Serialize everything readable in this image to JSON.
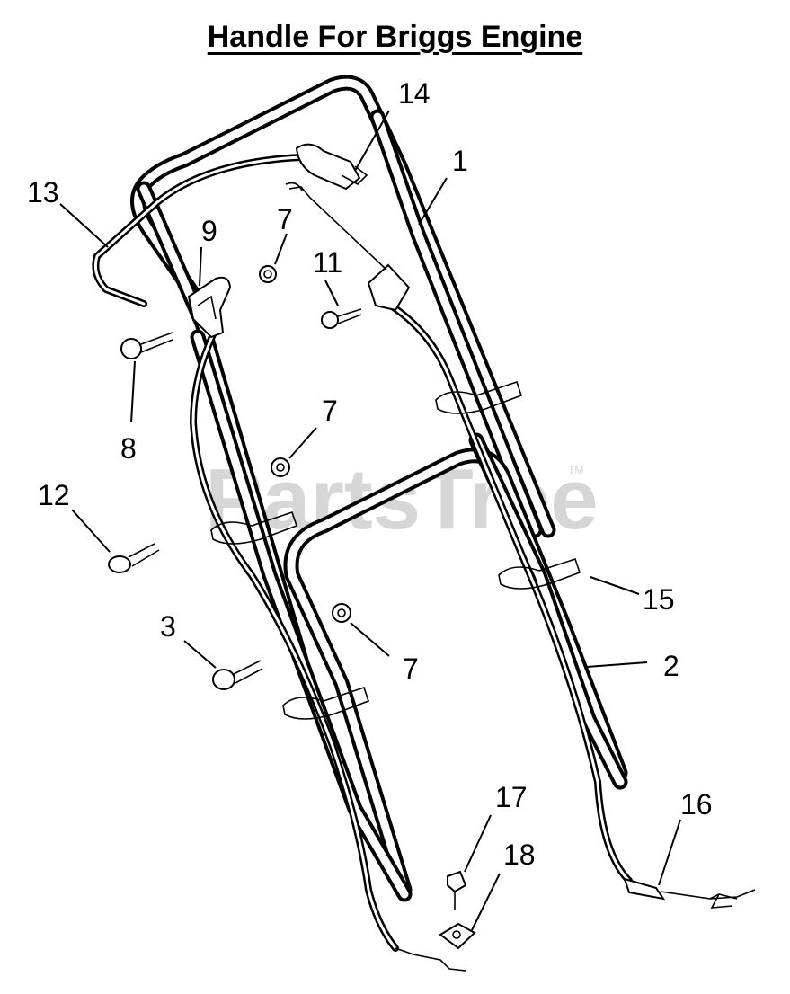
{
  "title": "Handle For Briggs Engine",
  "watermark": "PartsTree",
  "watermark_mark": "TM",
  "callouts": [
    {
      "id": "c14",
      "label": "14"
    },
    {
      "id": "c1",
      "label": "1"
    },
    {
      "id": "c13",
      "label": "13"
    },
    {
      "id": "c9",
      "label": "9"
    },
    {
      "id": "c7a",
      "label": "7"
    },
    {
      "id": "c11",
      "label": "11"
    },
    {
      "id": "c8",
      "label": "8"
    },
    {
      "id": "c7b",
      "label": "7"
    },
    {
      "id": "c12",
      "label": "12"
    },
    {
      "id": "c15",
      "label": "15"
    },
    {
      "id": "c3",
      "label": "3"
    },
    {
      "id": "c7c",
      "label": "7"
    },
    {
      "id": "c2",
      "label": "2"
    },
    {
      "id": "c17",
      "label": "17"
    },
    {
      "id": "c16",
      "label": "16"
    },
    {
      "id": "c18",
      "label": "18"
    }
  ]
}
